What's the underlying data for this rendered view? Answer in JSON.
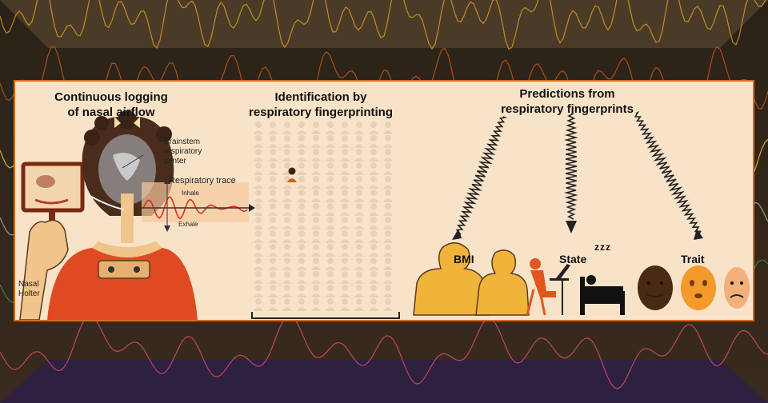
{
  "section1": {
    "title_line1": "Continuous logging",
    "title_line2": "of nasal airflow",
    "label_brainstem": [
      "Brainstem",
      "respiratory",
      "center"
    ],
    "label_trace": "Respiratory trace",
    "label_inhale": "Inhale",
    "label_exhale": "Exhale",
    "label_holter": [
      "Nasal",
      "Holter"
    ]
  },
  "section2": {
    "title_line1": "Identification by",
    "title_line2": "respiratory fingerprinting"
  },
  "section3": {
    "title_line1": "Predictions from",
    "title_line2": "respiratory fingerprints",
    "label_bmi": "BMI",
    "label_state": "State",
    "label_trait": "Trait",
    "label_sleep": "zzz"
  },
  "colors": {
    "panel": "#f8e3c8",
    "border": "#d86a1e",
    "accent_orange": "#e2551f",
    "figure_gold": "#f0b43a",
    "trace_red": "#d8321c"
  }
}
